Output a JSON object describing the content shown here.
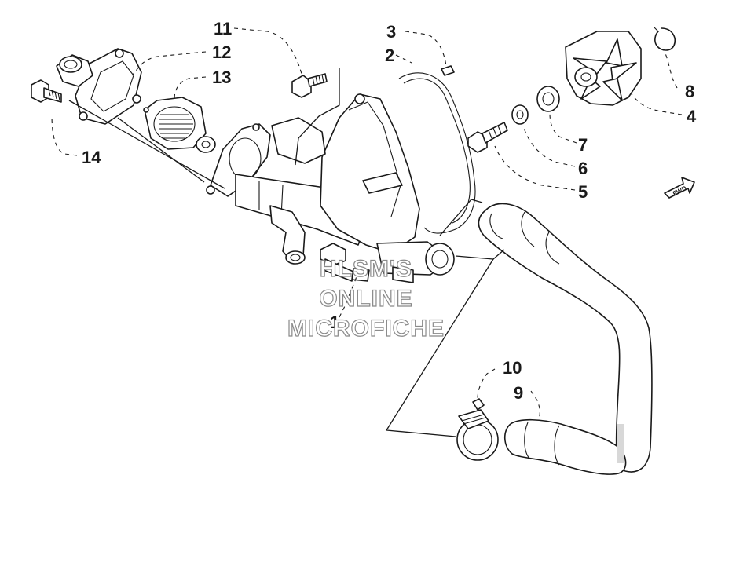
{
  "callouts": {
    "c1": "1",
    "c2": "2",
    "c3": "3",
    "c4": "4",
    "c5": "5",
    "c6": "6",
    "c7": "7",
    "c8": "8",
    "c9": "9",
    "c10": "10",
    "c11": "11",
    "c12": "12",
    "c13": "13",
    "c14": "14"
  },
  "watermark": {
    "line1": "HLSM'S",
    "line2": "ONLINE",
    "line3": "MICROFICHE"
  },
  "fwd_label": "FWD"
}
